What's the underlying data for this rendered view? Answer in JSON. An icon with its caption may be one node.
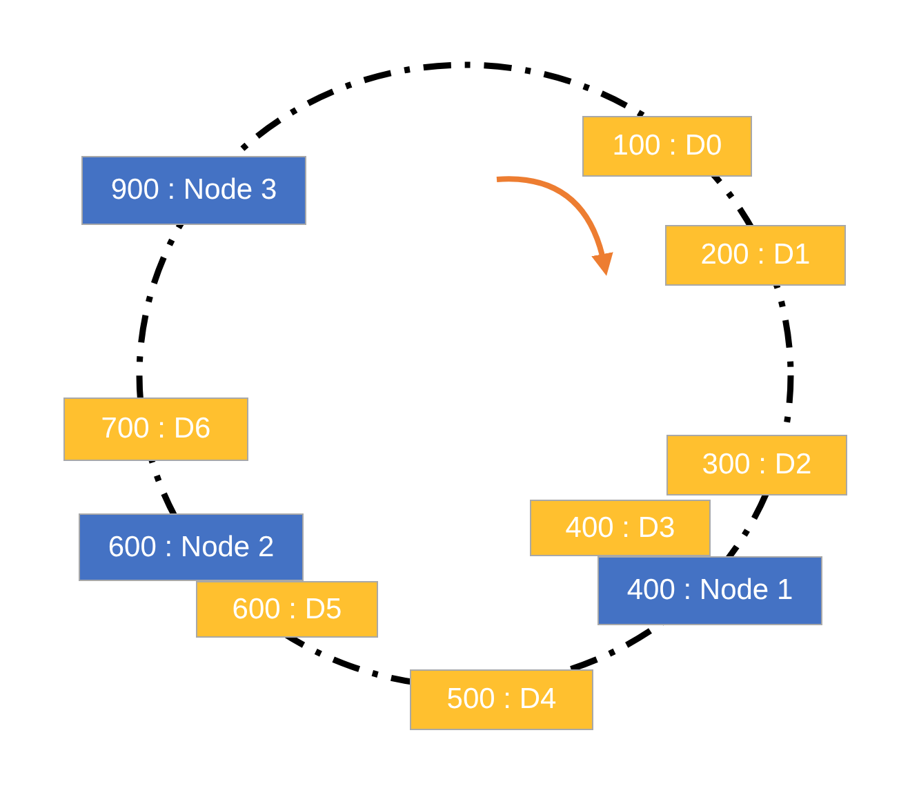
{
  "diagram": {
    "nodes": [
      {
        "text": [
          "100 : D0"
        ]
      },
      {
        "text": [
          "900 : Node 3"
        ]
      },
      {
        "text": [
          "200 : D1"
        ]
      },
      {
        "text": [
          "700 : D6"
        ]
      },
      {
        "text": [
          "300 : D2"
        ]
      },
      {
        "text": [
          "400 : D3"
        ]
      },
      {
        "text": [
          "600 : Node 2"
        ]
      },
      {
        "text": [
          "400 : Node 1"
        ]
      },
      {
        "text": [
          "600 : D5"
        ]
      },
      {
        "text": [
          "500 : D4"
        ]
      }
    ]
  }
}
